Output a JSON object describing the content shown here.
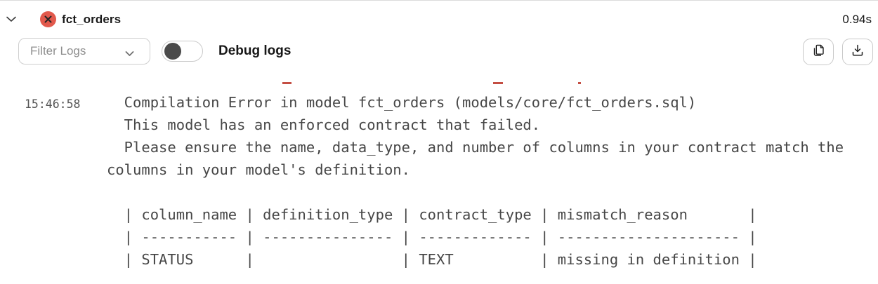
{
  "header": {
    "model_name": "fct_orders",
    "duration": "0.94s",
    "status": "error"
  },
  "toolbar": {
    "filter_dropdown_label": "Filter Logs",
    "debug_toggle_label": "Debug logs",
    "debug_toggle_on": false
  },
  "log": {
    "timestamp": "15:46:58",
    "message_lines": [
      "  Compilation Error in model fct_orders (models/core/fct_orders.sql)",
      "  This model has an enforced contract that failed.",
      "  Please ensure the name, data_type, and number of columns in your contract match the",
      "columns in your model's definition.",
      "",
      "  | column_name | definition_type | contract_type | mismatch_reason       |",
      "  | ----------- | --------------- | ------------- | --------------------- |",
      "  | STATUS      |                 | TEXT          | missing in definition |"
    ],
    "error_table": {
      "headers": [
        "column_name",
        "definition_type",
        "contract_type",
        "mismatch_reason"
      ],
      "rows": [
        [
          "STATUS",
          "",
          "TEXT",
          "missing in definition"
        ]
      ]
    }
  },
  "colors": {
    "error_red": "#e2594c",
    "clipped_text_red": "#c44e43",
    "log_text": "#474747",
    "muted_label": "#8e8e8e"
  }
}
